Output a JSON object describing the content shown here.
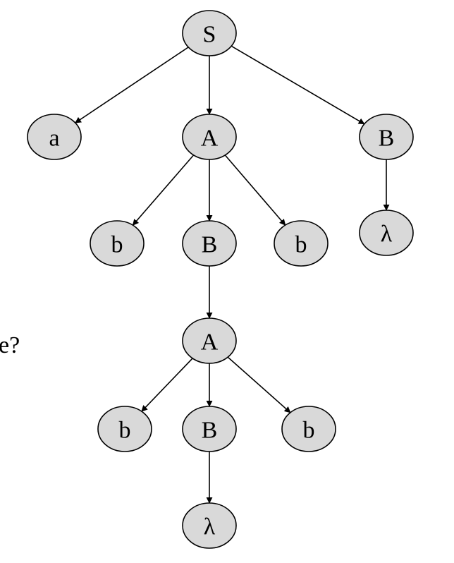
{
  "side_text": "e?",
  "tree": {
    "nodes": [
      {
        "id": "S",
        "label": "S"
      },
      {
        "id": "a",
        "label": "a"
      },
      {
        "id": "A1",
        "label": "A"
      },
      {
        "id": "B1",
        "label": "B"
      },
      {
        "id": "b1",
        "label": "b"
      },
      {
        "id": "B2",
        "label": "B"
      },
      {
        "id": "b2",
        "label": "b"
      },
      {
        "id": "lam1",
        "label": "λ"
      },
      {
        "id": "A2",
        "label": "A"
      },
      {
        "id": "b3",
        "label": "b"
      },
      {
        "id": "B3",
        "label": "B"
      },
      {
        "id": "b4",
        "label": "b"
      },
      {
        "id": "lam2",
        "label": "λ"
      }
    ],
    "edges": [
      [
        "S",
        "a"
      ],
      [
        "S",
        "A1"
      ],
      [
        "S",
        "B1"
      ],
      [
        "A1",
        "b1"
      ],
      [
        "A1",
        "B2"
      ],
      [
        "A1",
        "b2"
      ],
      [
        "B1",
        "lam1"
      ],
      [
        "B2",
        "A2"
      ],
      [
        "A2",
        "b3"
      ],
      [
        "A2",
        "B3"
      ],
      [
        "A2",
        "b4"
      ],
      [
        "B3",
        "lam2"
      ]
    ]
  }
}
